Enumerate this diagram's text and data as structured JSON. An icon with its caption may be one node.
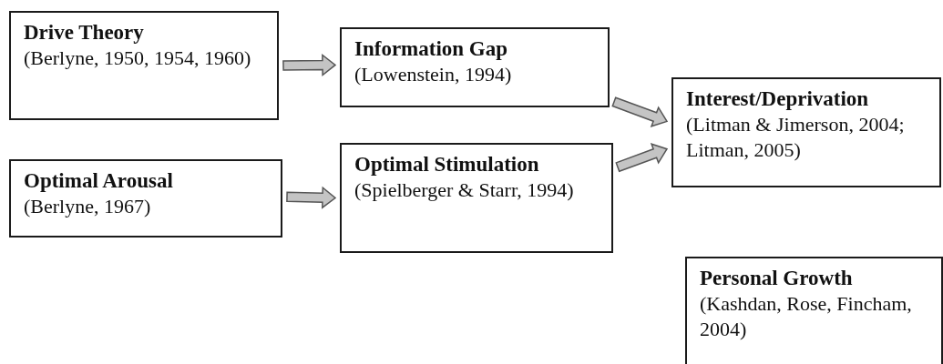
{
  "diagram": {
    "nodes": [
      {
        "text": [
          "Drive Theory",
          "(Berlyne, 1950, 1954, 1960)"
        ]
      },
      {
        "text": [
          "Optimal Arousal",
          "(Berlyne, 1967)"
        ]
      },
      {
        "text": [
          "Information Gap",
          "(Lowenstein, 1994)"
        ]
      },
      {
        "text": [
          "Optimal Stimulation",
          "(Spielberger & Starr, 1994)"
        ]
      },
      {
        "text": [
          "Interest/Deprivation",
          "(Litman & Jimerson, 2004; Litman, 2005)"
        ]
      },
      {
        "text": [
          "Personal Growth",
          "(Kashdan, Rose, Fincham, 2004)"
        ]
      }
    ],
    "edges": [
      {
        "from": 0,
        "to": 2,
        "arrow": "to"
      },
      {
        "from": 1,
        "to": 3,
        "arrow": "to"
      },
      {
        "from": 2,
        "to": 4,
        "arrow": "to"
      },
      {
        "from": 3,
        "to": 4,
        "arrow": "to"
      }
    ]
  }
}
